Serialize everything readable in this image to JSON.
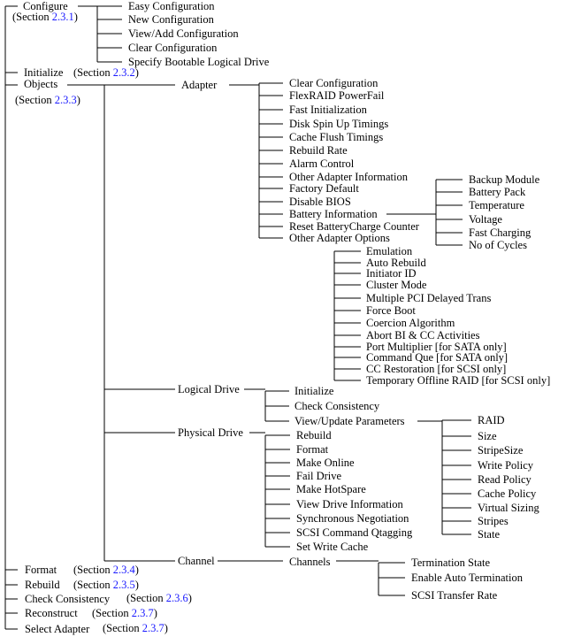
{
  "root": {
    "configure": {
      "label": "Configure",
      "section": "2.3.1",
      "items": [
        "Easy Configuration",
        "New Configuration",
        "View/Add Configuration",
        "Clear Configuration",
        "Specify Bootable Logical Drive"
      ]
    },
    "initialize": {
      "label": "Initialize",
      "section": "2.3.2"
    },
    "objects": {
      "label": "Objects",
      "section": "2.3.3"
    },
    "format": {
      "label": "Format",
      "section": "2.3.4"
    },
    "rebuild": {
      "label": "Rebuild",
      "section": "2.3.5"
    },
    "check_consistency": {
      "label": "Check Consistency",
      "section": "2.3.6"
    },
    "reconstruct": {
      "label": "Reconstruct",
      "section": "2.3.7"
    },
    "select_adapter": {
      "label": "Select Adapter",
      "section": "2.3.7"
    }
  },
  "section_prefix": "(Section ",
  "section_suffix": ")",
  "adapter": {
    "label": "Adapter",
    "items": [
      "Clear Configuration",
      "FlexRAID PowerFail",
      "Fast Initialization",
      "Disk Spin Up Timings",
      "Cache Flush Timings",
      "Rebuild Rate",
      "Alarm Control",
      "Other Adapter Information",
      "Factory Default",
      "Disable BIOS",
      "Battery Information",
      "Reset BatteryCharge Counter",
      "Other Adapter Options"
    ]
  },
  "battery": {
    "items": [
      "Backup Module",
      "Battery Pack",
      "Temperature",
      "Voltage",
      "Fast Charging",
      "No of Cycles"
    ]
  },
  "other_options": {
    "items": [
      "Emulation",
      "Auto Rebuild",
      "Initiator ID",
      "Cluster Mode",
      "Multiple PCI Delayed Trans",
      "Force Boot",
      "Coercion Algorithm",
      "Abort BI & CC Activities",
      "Port Multiplier [for SATA only]",
      "Command Que [for SATA only]",
      "CC Restoration [for SCSI only]",
      "Temporary Offline RAID [for SCSI only]"
    ]
  },
  "logical_drive": {
    "label": "Logical Drive",
    "items": [
      "Initialize",
      "Check Consistency",
      "View/Update Parameters"
    ]
  },
  "view_update": {
    "items": [
      "RAID",
      "Size",
      "StripeSize",
      "Write Policy",
      "Read Policy",
      "Cache Policy",
      "Virtual Sizing",
      "Stripes",
      "State"
    ]
  },
  "physical_drive": {
    "label": "Physical Drive",
    "items": [
      "Rebuild",
      "Format",
      "Make Online",
      "Fail Drive",
      "Make HotSpare",
      "View Drive Information",
      "Synchronous Negotiation",
      "SCSI Command Qtagging",
      "Set Write Cache"
    ]
  },
  "channel": {
    "label": "Channel",
    "sub": "Channels",
    "items": [
      "Termination State",
      "Enable Auto Termination",
      "SCSI Transfer Rate"
    ]
  }
}
